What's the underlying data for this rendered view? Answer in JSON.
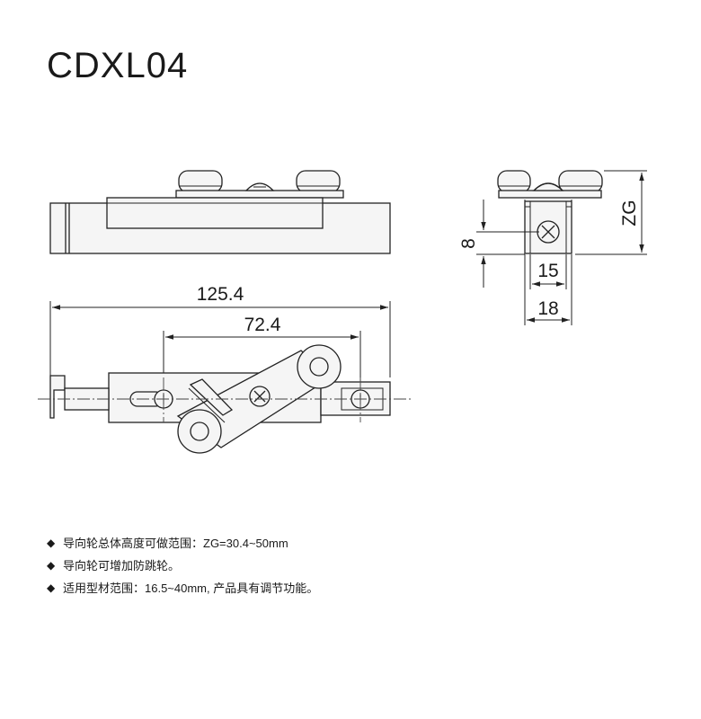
{
  "title": "CDXL04",
  "dimensions": {
    "total_length": "125.4",
    "hole_spacing": "72.4",
    "height_8": "8",
    "width_15": "15",
    "width_18": "18",
    "zg": "ZG"
  },
  "notes": [
    {
      "bullet": "◆",
      "text": " 导向轮总体高度可做范围：ZG=30.4~50mm"
    },
    {
      "bullet": "◆",
      "text": "导向轮可增加防跳轮。"
    },
    {
      "bullet": "◆",
      "text": "适用型材范围：16.5~40mm, 产品具有调节功能。"
    }
  ]
}
